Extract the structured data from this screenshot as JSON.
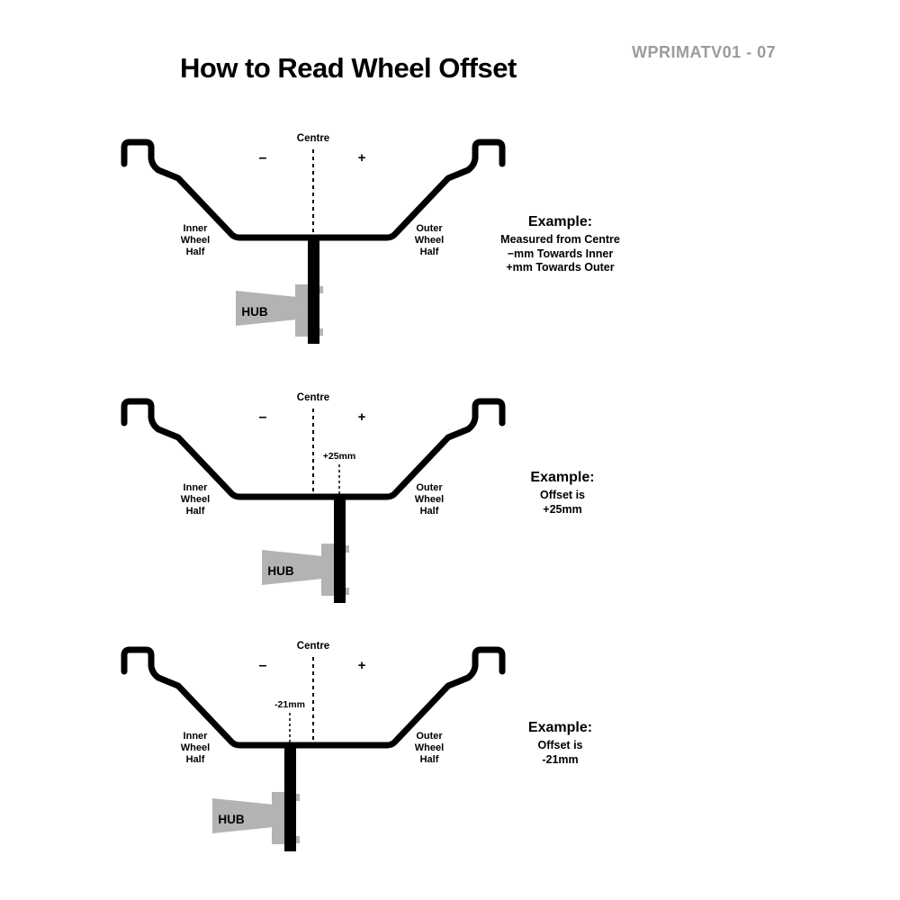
{
  "header": {
    "title": "How to Read Wheel Offset",
    "part_number": "WPRIMATV01 - 07"
  },
  "wheel_labels": {
    "centre": "Centre",
    "minus": "–",
    "plus": "+",
    "inner": [
      "Inner",
      "Wheel",
      "Half"
    ],
    "outer": [
      "Outer",
      "Wheel",
      "Half"
    ],
    "hub": "HUB"
  },
  "colors": {
    "rim_black": "#000000",
    "hub_gray": "#b3b3b3",
    "hub_text_gray": "#595959",
    "part_number_gray": "#9b9b9b"
  },
  "diagrams": [
    {
      "offset_label": "",
      "example": {
        "heading": "Example:",
        "lines": [
          "Measured from Centre",
          "−mm Towards Inner",
          "+mm Towards Outer"
        ]
      }
    },
    {
      "offset_label": "+25mm",
      "example": {
        "heading": "Example:",
        "lines": [
          "Offset is",
          "+25mm"
        ]
      }
    },
    {
      "offset_label": "-21mm",
      "example": {
        "heading": "Example:",
        "lines": [
          "Offset is",
          "-21mm"
        ]
      }
    }
  ]
}
